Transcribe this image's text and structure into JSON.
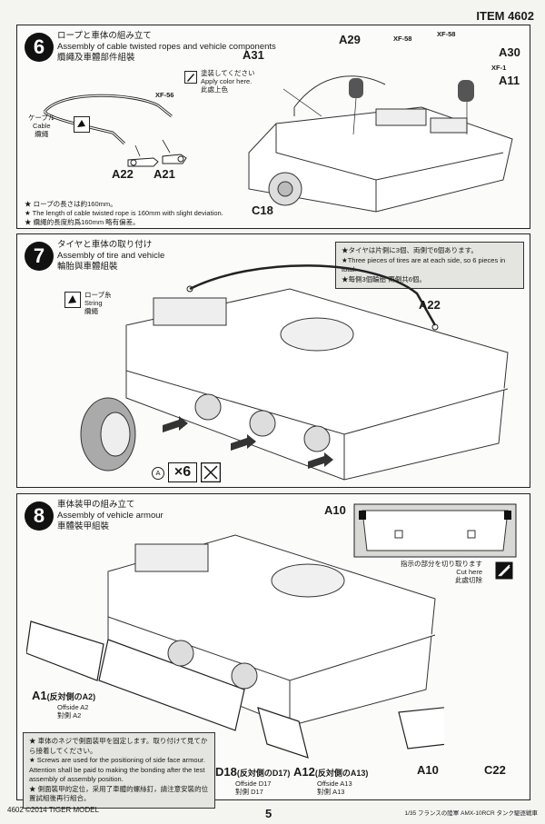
{
  "header": {
    "item": "ITEM 4602"
  },
  "steps": [
    {
      "number": "6",
      "title_jp": "ロープと車体の組み立て",
      "title_en": "Assembly of cable twisted ropes and vehicle components",
      "title_cn": "纜繩及車體部件組裝",
      "paint_note_jp": "塗装してください",
      "paint_note_en": "Apply color here.",
      "paint_note_cn": "此處上色",
      "paint_code": "XF-56",
      "cable_jp": "ケーブル",
      "cable_en": "Cable",
      "cable_cn": "纜繩",
      "parts": [
        "A22",
        "A21",
        "A31",
        "A29",
        "A30",
        "A11",
        "C18"
      ],
      "colors": [
        "XF-58",
        "XF-58",
        "XF-1"
      ],
      "notes": [
        "★ ロープの長さは約160mm。",
        "★ The length of cable twisted rope is 160mm with slight deviation.",
        "★ 纜繩的長度約爲160mm 略有偏差。"
      ]
    },
    {
      "number": "7",
      "title_jp": "タイヤと車体の取り付け",
      "title_en": "Assembly of tire and vehicle",
      "title_cn": "輪胎與車體組裝",
      "string_jp": "ロープ糸",
      "string_en": "String",
      "string_cn": "纜繩",
      "parts": [
        "A22"
      ],
      "tire_label": "A",
      "multiplier": "×6",
      "notes": [
        "★タイヤは片側に3個、両側で6個あります。",
        "★Three pieces of tires are at each side, so 6 pieces in total.",
        "★每側3個輪胎 兩側共6個。"
      ]
    },
    {
      "number": "8",
      "title_jp": "車体装甲の組み立て",
      "title_en": "Assembly of vehicle armour",
      "title_cn": "車體裝甲組裝",
      "inset_part": "A10",
      "cut_jp": "指示の部分を切り取ります",
      "cut_en": "Cut here",
      "cut_cn": "此處切除",
      "a1_main": "A1",
      "a1_sub": "(反対側のA2)",
      "a1_en": "Offside A2",
      "a1_cn": "對側 A2",
      "d18_main": "D18",
      "d18_sub": "(反対側のD17)",
      "d18_en": "Offside D17",
      "d18_cn": "對側 D17",
      "a12_main": "A12",
      "a12_sub": "(反対側のA13)",
      "a12_en": "Offside A13",
      "a12_cn": "對側 A13",
      "a10_label": "A10",
      "c22_label": "C22",
      "notes": [
        "★ 車体のネジで側面装甲を固定します。取り付けて見てから接着してください。",
        "★ Screws are used for the positioning of side face armour. Attention shall be paid to making the bonding after the test assembly of assembly position.",
        "★ 側面裝甲的定位，采用了車體的螺絲釘，請注意安裝的位置試組後再行組合。"
      ]
    }
  ],
  "footer": {
    "left": "4602  ©2014  TIGER MODEL",
    "page": "5",
    "right": "1/35 フランスの陸軍 AMX-10RCR タンク駆逐戦車"
  }
}
